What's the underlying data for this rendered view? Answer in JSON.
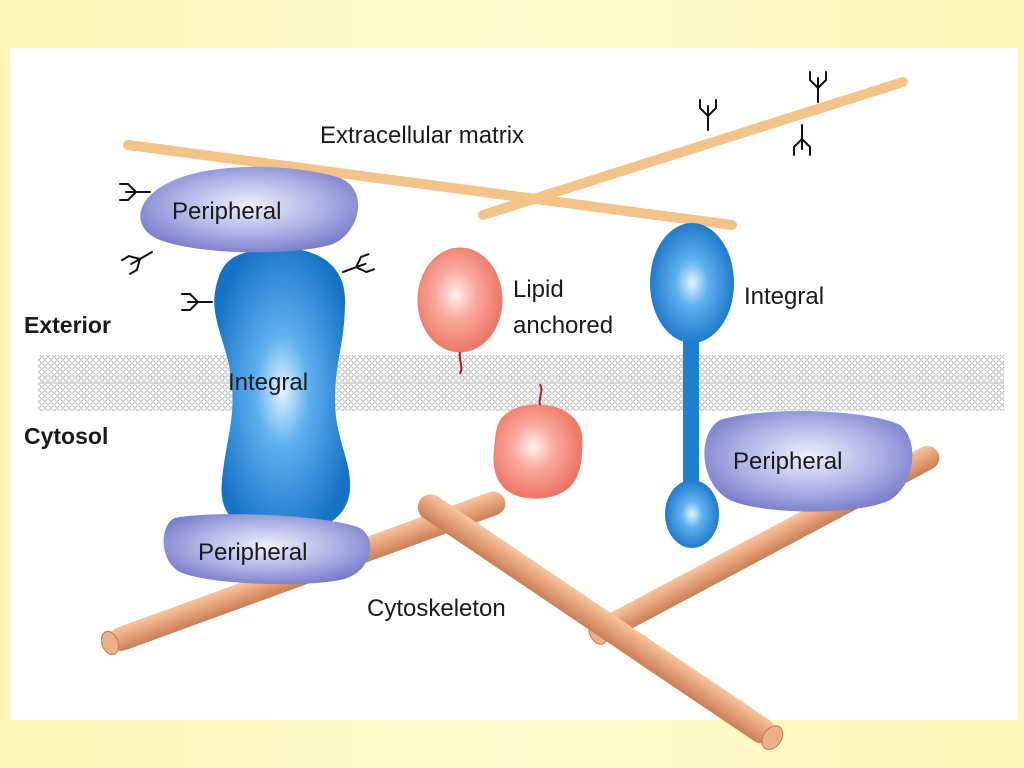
{
  "labels": {
    "extracellular_matrix": "Extracellular matrix",
    "exterior": "Exterior",
    "cytosol": "Cytosol",
    "peripheral_top_left": "Peripheral",
    "integral_left": "Integral",
    "peripheral_bottom_left": "Peripheral",
    "lipid_line1": "Lipid",
    "lipid_line2": "anchored",
    "integral_right": "Integral",
    "peripheral_right": "Peripheral",
    "cytoskeleton": "Cytoskeleton"
  },
  "colors": {
    "page_background": "#fdf7b8",
    "panel_background": "#ffffff",
    "matrix_fiber": "#f3c48a",
    "cytoskeleton_fiber": "#e7a57a",
    "integral_protein": "#1f7fd0",
    "peripheral_protein": "#8a8fd6",
    "lipid_anchored_protein": "#f07a6a",
    "membrane_bilayer": "#c8c8c8"
  },
  "icons": [
    "oligosaccharide-chain-icon",
    "lipid-anchor-icon"
  ]
}
